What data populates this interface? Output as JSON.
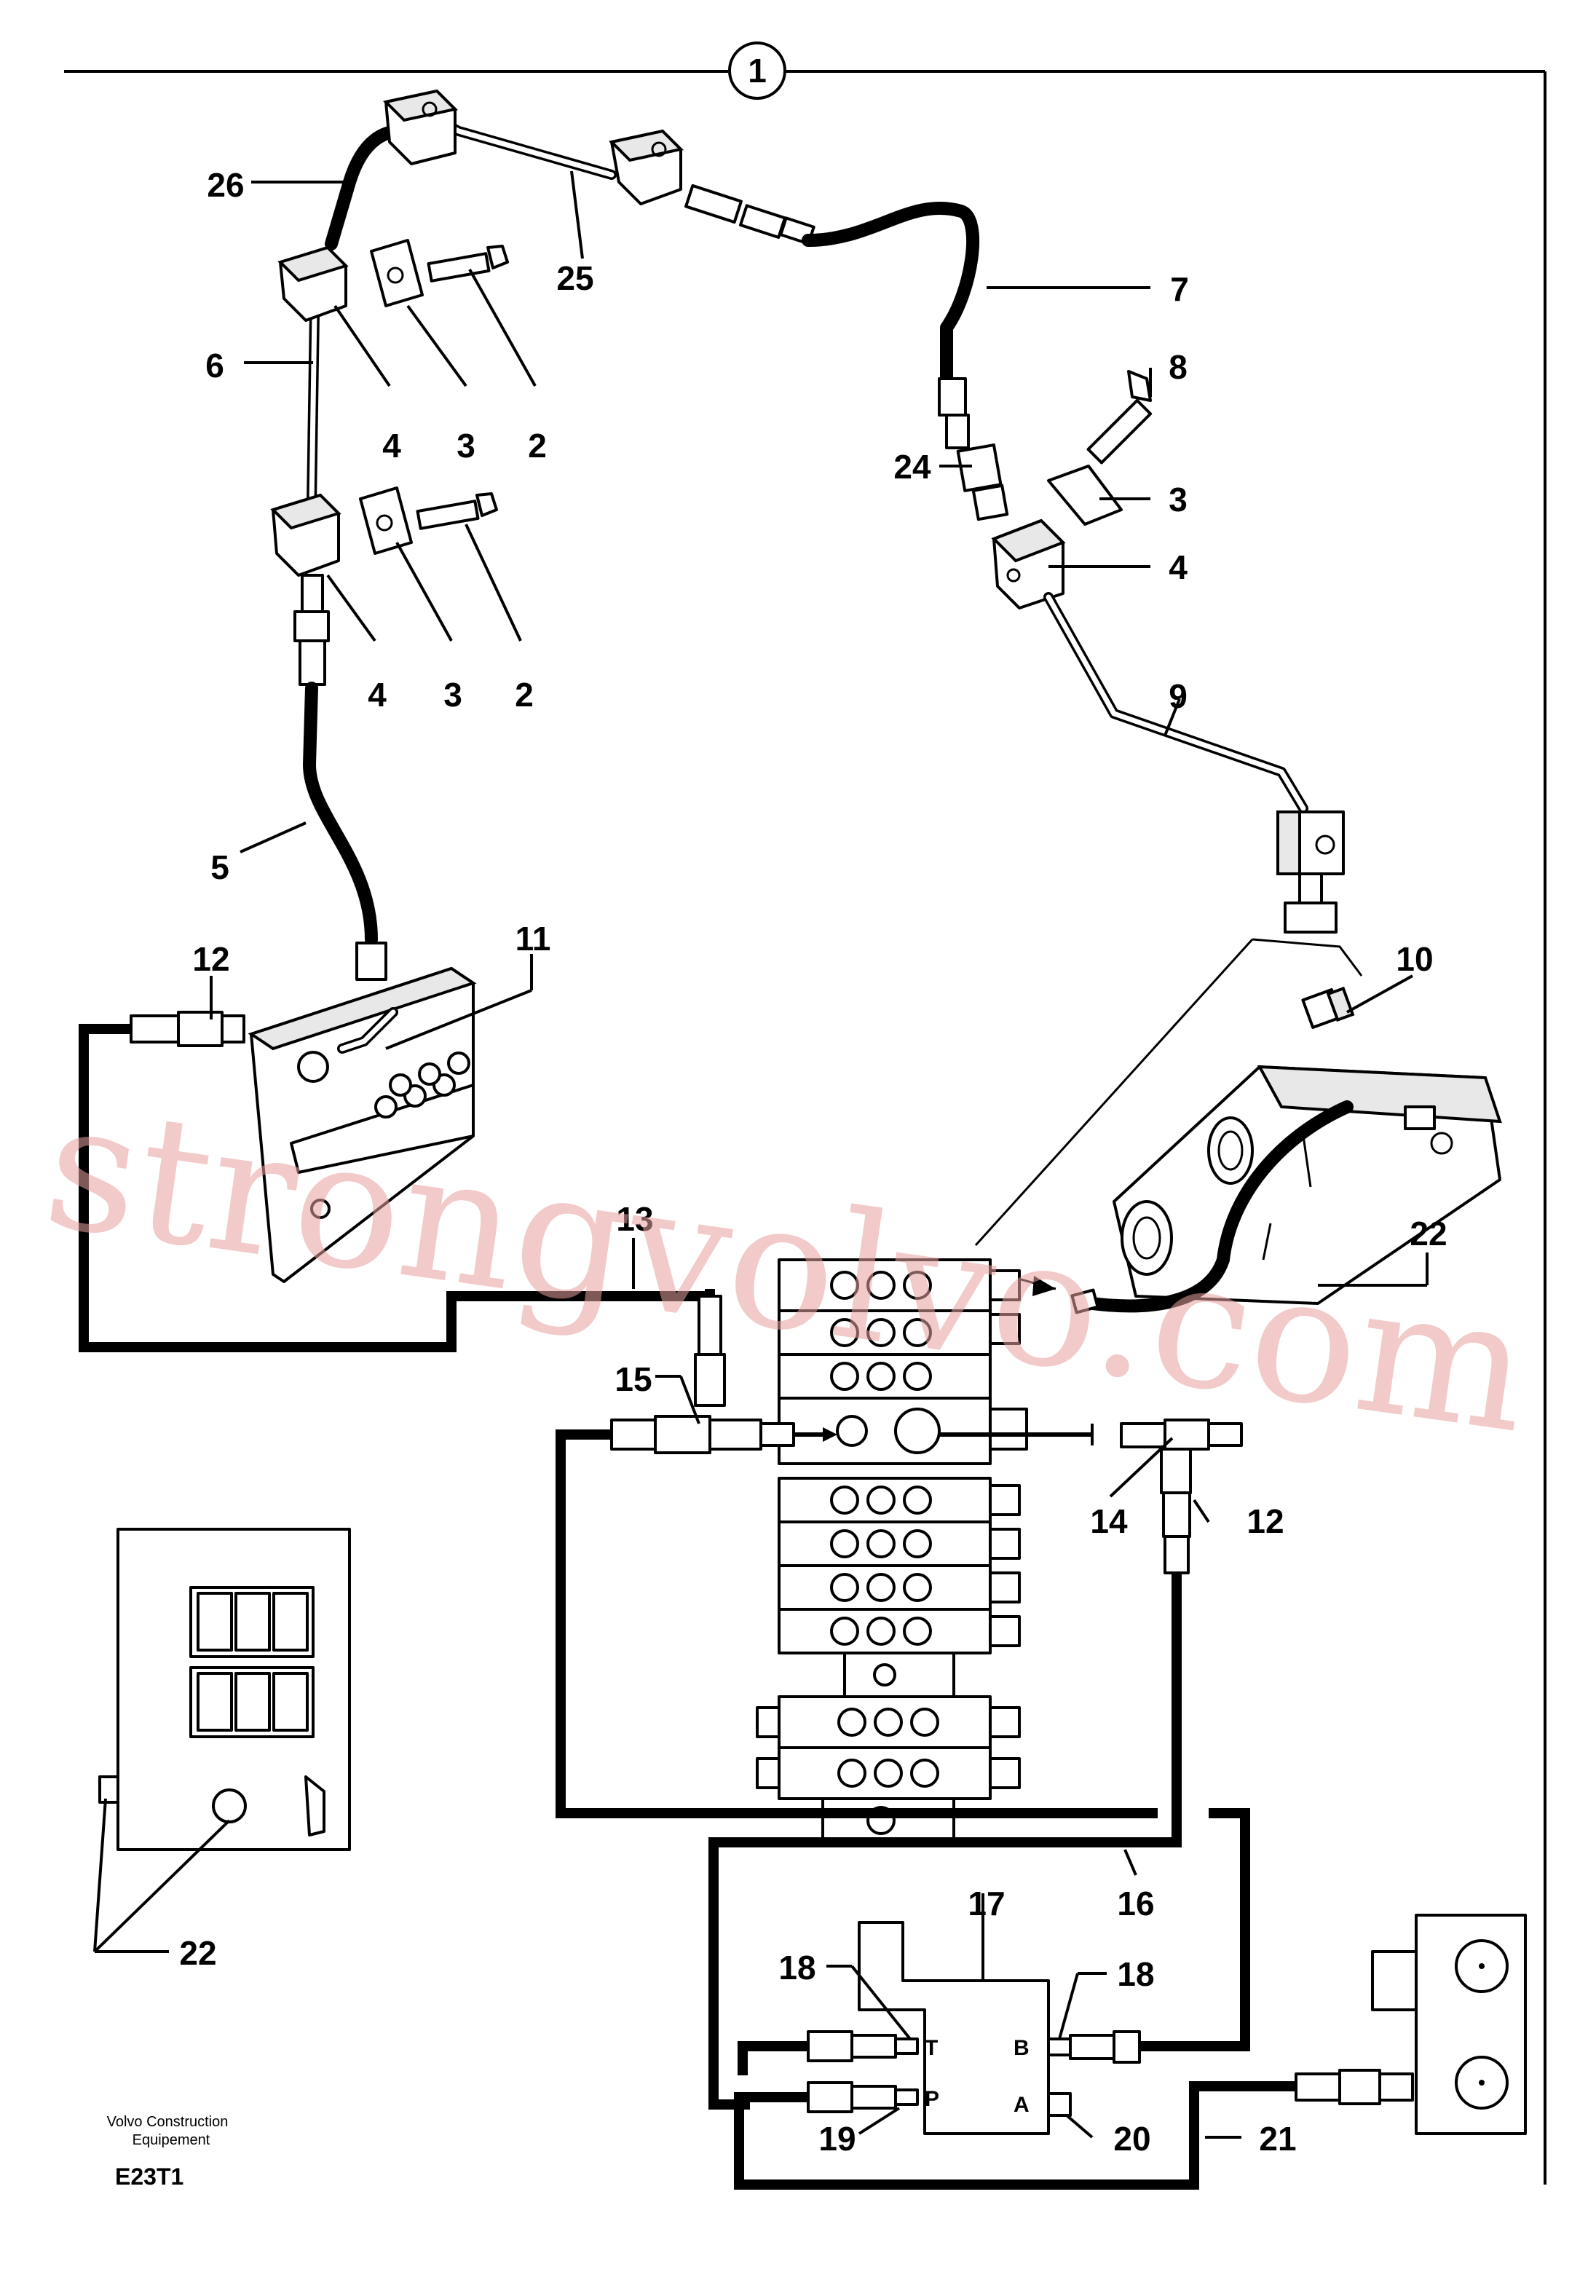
{
  "diagram": {
    "header_label": "1",
    "callouts": [
      {
        "id": "c26",
        "text": "26"
      },
      {
        "id": "c25",
        "text": "25"
      },
      {
        "id": "c7",
        "text": "7"
      },
      {
        "id": "c6",
        "text": "6"
      },
      {
        "id": "c4a",
        "text": "4"
      },
      {
        "id": "c3a",
        "text": "3"
      },
      {
        "id": "c2a",
        "text": "2"
      },
      {
        "id": "c8",
        "text": "8"
      },
      {
        "id": "c24",
        "text": "24"
      },
      {
        "id": "c3c",
        "text": "3"
      },
      {
        "id": "c4c",
        "text": "4"
      },
      {
        "id": "c4b",
        "text": "4"
      },
      {
        "id": "c3b",
        "text": "3"
      },
      {
        "id": "c2b",
        "text": "2"
      },
      {
        "id": "c9",
        "text": "9"
      },
      {
        "id": "c5",
        "text": "5"
      },
      {
        "id": "c10",
        "text": "10"
      },
      {
        "id": "c12a",
        "text": "12"
      },
      {
        "id": "c11",
        "text": "11"
      },
      {
        "id": "c22a",
        "text": "22"
      },
      {
        "id": "c13",
        "text": "13"
      },
      {
        "id": "c15",
        "text": "15"
      },
      {
        "id": "c14",
        "text": "14"
      },
      {
        "id": "c12b",
        "text": "12"
      },
      {
        "id": "c17",
        "text": "17"
      },
      {
        "id": "c16",
        "text": "16"
      },
      {
        "id": "c18a",
        "text": "18"
      },
      {
        "id": "c18b",
        "text": "18"
      },
      {
        "id": "c19",
        "text": "19"
      },
      {
        "id": "c20",
        "text": "20"
      },
      {
        "id": "c21",
        "text": "21"
      },
      {
        "id": "c22b",
        "text": "22"
      }
    ],
    "ports": {
      "t": "T",
      "p": "P",
      "b": "B",
      "a": "A"
    },
    "footer": {
      "company_line1": "Volvo Construction",
      "company_line2": "Equipement",
      "drawing_code": "E23T1"
    },
    "watermark": "strongvolvo.com"
  }
}
